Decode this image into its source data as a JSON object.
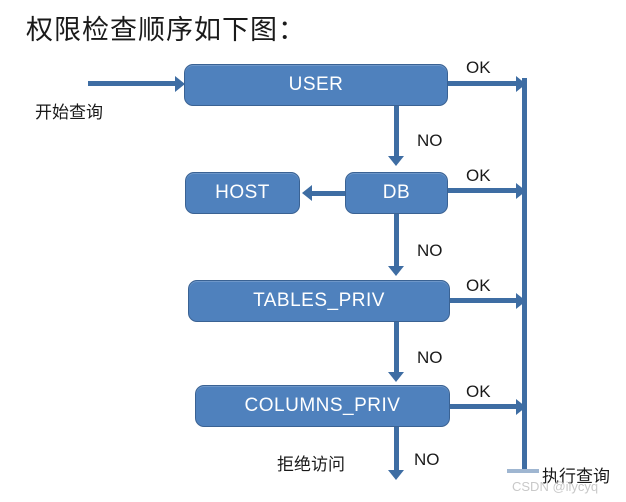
{
  "title": "权限检查顺序如下图：",
  "theme": {
    "node_fill": "#4F81BD",
    "node_border": "#3A6293",
    "node_text": "#FFFFFF",
    "connector": "#3E6DA3",
    "background": "#FFFFFF",
    "label_text": "#1A1A1A",
    "watermark_text": "#C9C9C9"
  },
  "nodes": {
    "user": {
      "label": "USER"
    },
    "host": {
      "label": "HOST"
    },
    "db": {
      "label": "DB"
    },
    "tables_priv": {
      "label": "TABLES_PRIV"
    },
    "columns_priv": {
      "label": "COLUMNS_PRIV"
    }
  },
  "labels": {
    "start_query": "开始查询",
    "ok_user": "OK",
    "ok_db": "OK",
    "ok_tables": "OK",
    "ok_columns": "OK",
    "no_user_to_db": "NO",
    "no_db_to_tables": "NO",
    "no_tables_to_columns": "NO",
    "no_columns_to_deny": "NO",
    "deny_access": "拒绝访问",
    "execute_query": "执行查询"
  },
  "watermark": "CSDN @ilycyq",
  "flow": {
    "type": "flowchart",
    "direction": "top-down",
    "description": "MySQL privilege check order",
    "steps": [
      {
        "id": "user",
        "label": "USER",
        "ok": "执行查询",
        "no": "db"
      },
      {
        "id": "db",
        "label": "DB",
        "side": "host",
        "ok": "执行查询",
        "no": "tables_priv"
      },
      {
        "id": "tables_priv",
        "label": "TABLES_PRIV",
        "ok": "执行查询",
        "no": "columns_priv"
      },
      {
        "id": "columns_priv",
        "label": "COLUMNS_PRIV",
        "ok": "执行查询",
        "no": "拒绝访问"
      }
    ],
    "entry": "开始查询",
    "success_sink": "执行查询",
    "failure_sink": "拒绝访问"
  }
}
